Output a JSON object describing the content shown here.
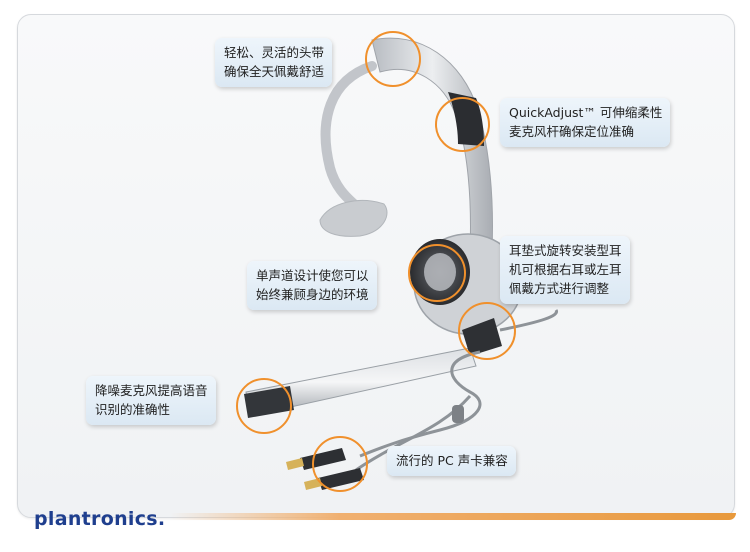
{
  "callouts": {
    "headband": {
      "line1": "轻松、灵活的头带",
      "line2": "确保全天佩戴舒适"
    },
    "boom": {
      "line1": "QuickAdjust™ 可伸缩柔性",
      "line2": "麦克风杆确保定位准确"
    },
    "earpad": {
      "line1": "耳垫式旋转安装型耳",
      "line2": "机可根据右耳或左耳",
      "line3": "佩戴方式进行调整"
    },
    "mono": {
      "line1": "单声道设计使您可以",
      "line2": "始终兼顾身边的环境"
    },
    "mic": {
      "line1": "降噪麦克风提高语音",
      "line2": "识别的准确性"
    },
    "plugs": {
      "line1": "流行的 PC 声卡兼容"
    }
  },
  "brand": {
    "logo_text": "plantronics."
  },
  "colors": {
    "accent": "#f0902c",
    "brand": "#1f3f8e",
    "callout_bg": "#dbe8f3"
  }
}
